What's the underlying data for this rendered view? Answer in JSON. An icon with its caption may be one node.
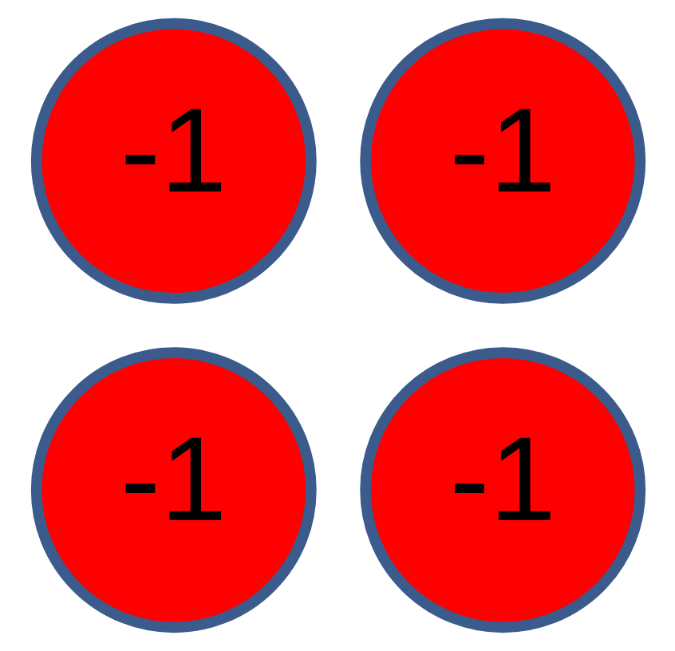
{
  "diagram": {
    "nodes": [
      {
        "text": [
          "-1"
        ]
      },
      {
        "text": [
          "-1"
        ]
      },
      {
        "text": [
          "-1"
        ]
      },
      {
        "text": [
          "-1"
        ]
      }
    ]
  }
}
